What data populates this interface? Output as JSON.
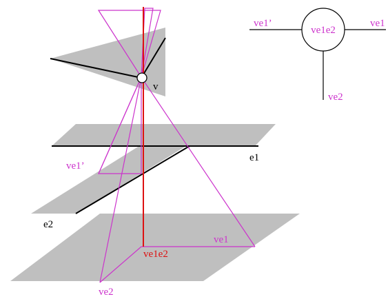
{
  "colors": {
    "magenta": "#cc33cc",
    "red": "#dd1111",
    "gray": "#bfbfbf",
    "black": "#000000"
  },
  "labels": {
    "v": "v",
    "e1": "e1",
    "e2": "e2",
    "ve1": "ve1",
    "ve1_prime": "ve1’",
    "ve2": "ve2",
    "ve1e2": "ve1e2"
  },
  "legend": {
    "center": "ve1e2",
    "left": "ve1’",
    "right": "ve1",
    "bottom": "ve2"
  }
}
